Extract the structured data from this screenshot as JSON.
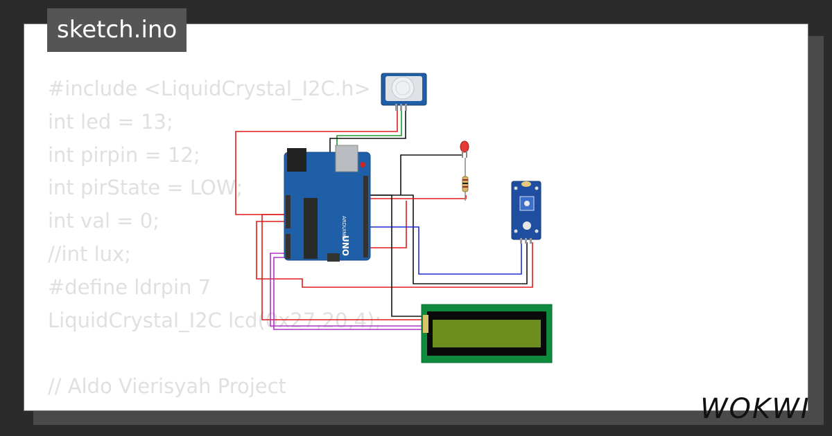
{
  "file_tab": {
    "name": "sketch.ino"
  },
  "code_lines": [
    "#include <LiquidCrystal_I2C.h>",
    "int led = 13;",
    "int pirpin = 12;",
    "int pirState = LOW;",
    "int val = 0;",
    "//int lux;",
    "#define ldrpin 7",
    "LiquidCrystal_I2C lcd(0x27,20,4);",
    "",
    "// Aldo Vierisyah Project"
  ],
  "brand": {
    "logo_text": "WOKWI"
  },
  "board": {
    "label": "UNO",
    "brand_text": "ARDUINO"
  },
  "colors": {
    "background": "#2b2b2b",
    "card": "#ffffff",
    "tab": "#555555",
    "code_text": "#e0e0e0",
    "board": "#1f5fa8",
    "lcd_frame": "#0d8a3e",
    "lcd_screen": "#6b8e1f",
    "wire_red": "#e01b1b",
    "wire_black": "#111111",
    "wire_green": "#1a9a2a",
    "wire_blue": "#1c2fd6",
    "wire_purple": "#b030c8"
  }
}
